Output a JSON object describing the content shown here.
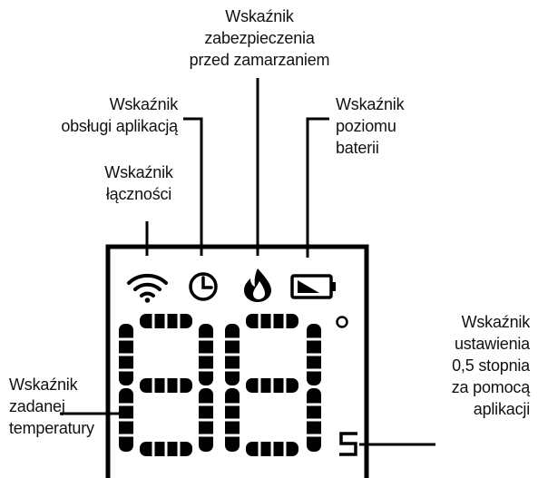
{
  "labels": {
    "frost": [
      "Wskaźnik",
      "zabezpieczenia",
      "przed zamarzaniem"
    ],
    "app_control": [
      "Wskaźnik",
      "obsługi aplikacją"
    ],
    "battery": [
      "Wskaźnik",
      "poziomu",
      "baterii"
    ],
    "connectivity": [
      "Wskaźnik",
      "łączności"
    ],
    "half_degree": [
      "Wskaźnik",
      "ustawienia",
      "0,5 stopnia",
      "za pomocą",
      "aplikacji"
    ],
    "set_temp": [
      "Wskaźnik",
      "zadanej",
      "temperatury"
    ]
  },
  "display": {
    "icons": [
      "wifi-icon",
      "clock-icon",
      "flame-icon",
      "battery-icon"
    ],
    "digits": "88",
    "degree_symbol": "°",
    "half_symbol": "5"
  },
  "colors": {
    "ink": "#000000",
    "background": "#ffffff"
  }
}
